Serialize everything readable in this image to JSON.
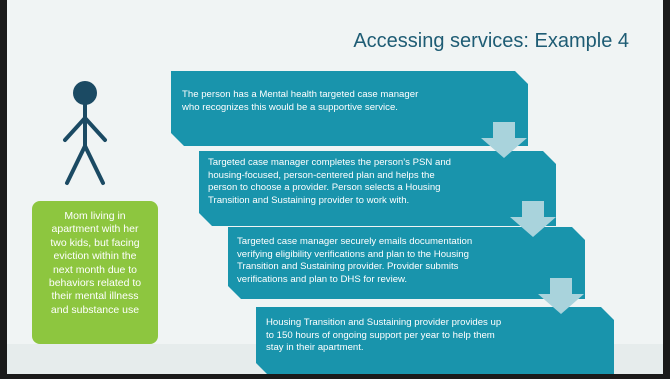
{
  "slide": {
    "title": "Accessing services: Example 4"
  },
  "callout": {
    "lines": [
      "Mom living in",
      "apartment with her",
      "two kids, but facing",
      "eviction within the",
      "next month due to",
      "behaviors related to",
      "their mental illness",
      "and substance use"
    ]
  },
  "steps": [
    {
      "lines": [
        "The person has a Mental health targeted case manager",
        "who recognizes this would be a supportive service."
      ]
    },
    {
      "lines": [
        "Targeted case manager completes the person’s PSN and",
        "housing-focused, person-centered plan and helps the",
        "person to choose a provider. Person selects a Housing",
        "Transition and Sustaining provider to work with."
      ]
    },
    {
      "lines": [
        "Targeted case manager securely emails documentation",
        "verifying eligibility verifications and plan to the Housing",
        "Transition and Sustaining provider. Provider submits",
        "verifications and plan to DHS for review."
      ]
    },
    {
      "lines": [
        "Housing Transition and Sustaining provider provides up",
        "to 150 hours of ongoing support per year to help them",
        "stay in their apartment."
      ]
    }
  ],
  "colors": {
    "step_fill": "#1994ac",
    "callout_fill": "#8dc63f",
    "title": "#1e5c74",
    "arrow": "#a9d3dc",
    "figure": "#1b4a63"
  },
  "icons": [
    "person-figure-icon",
    "down-arrow-icon"
  ]
}
